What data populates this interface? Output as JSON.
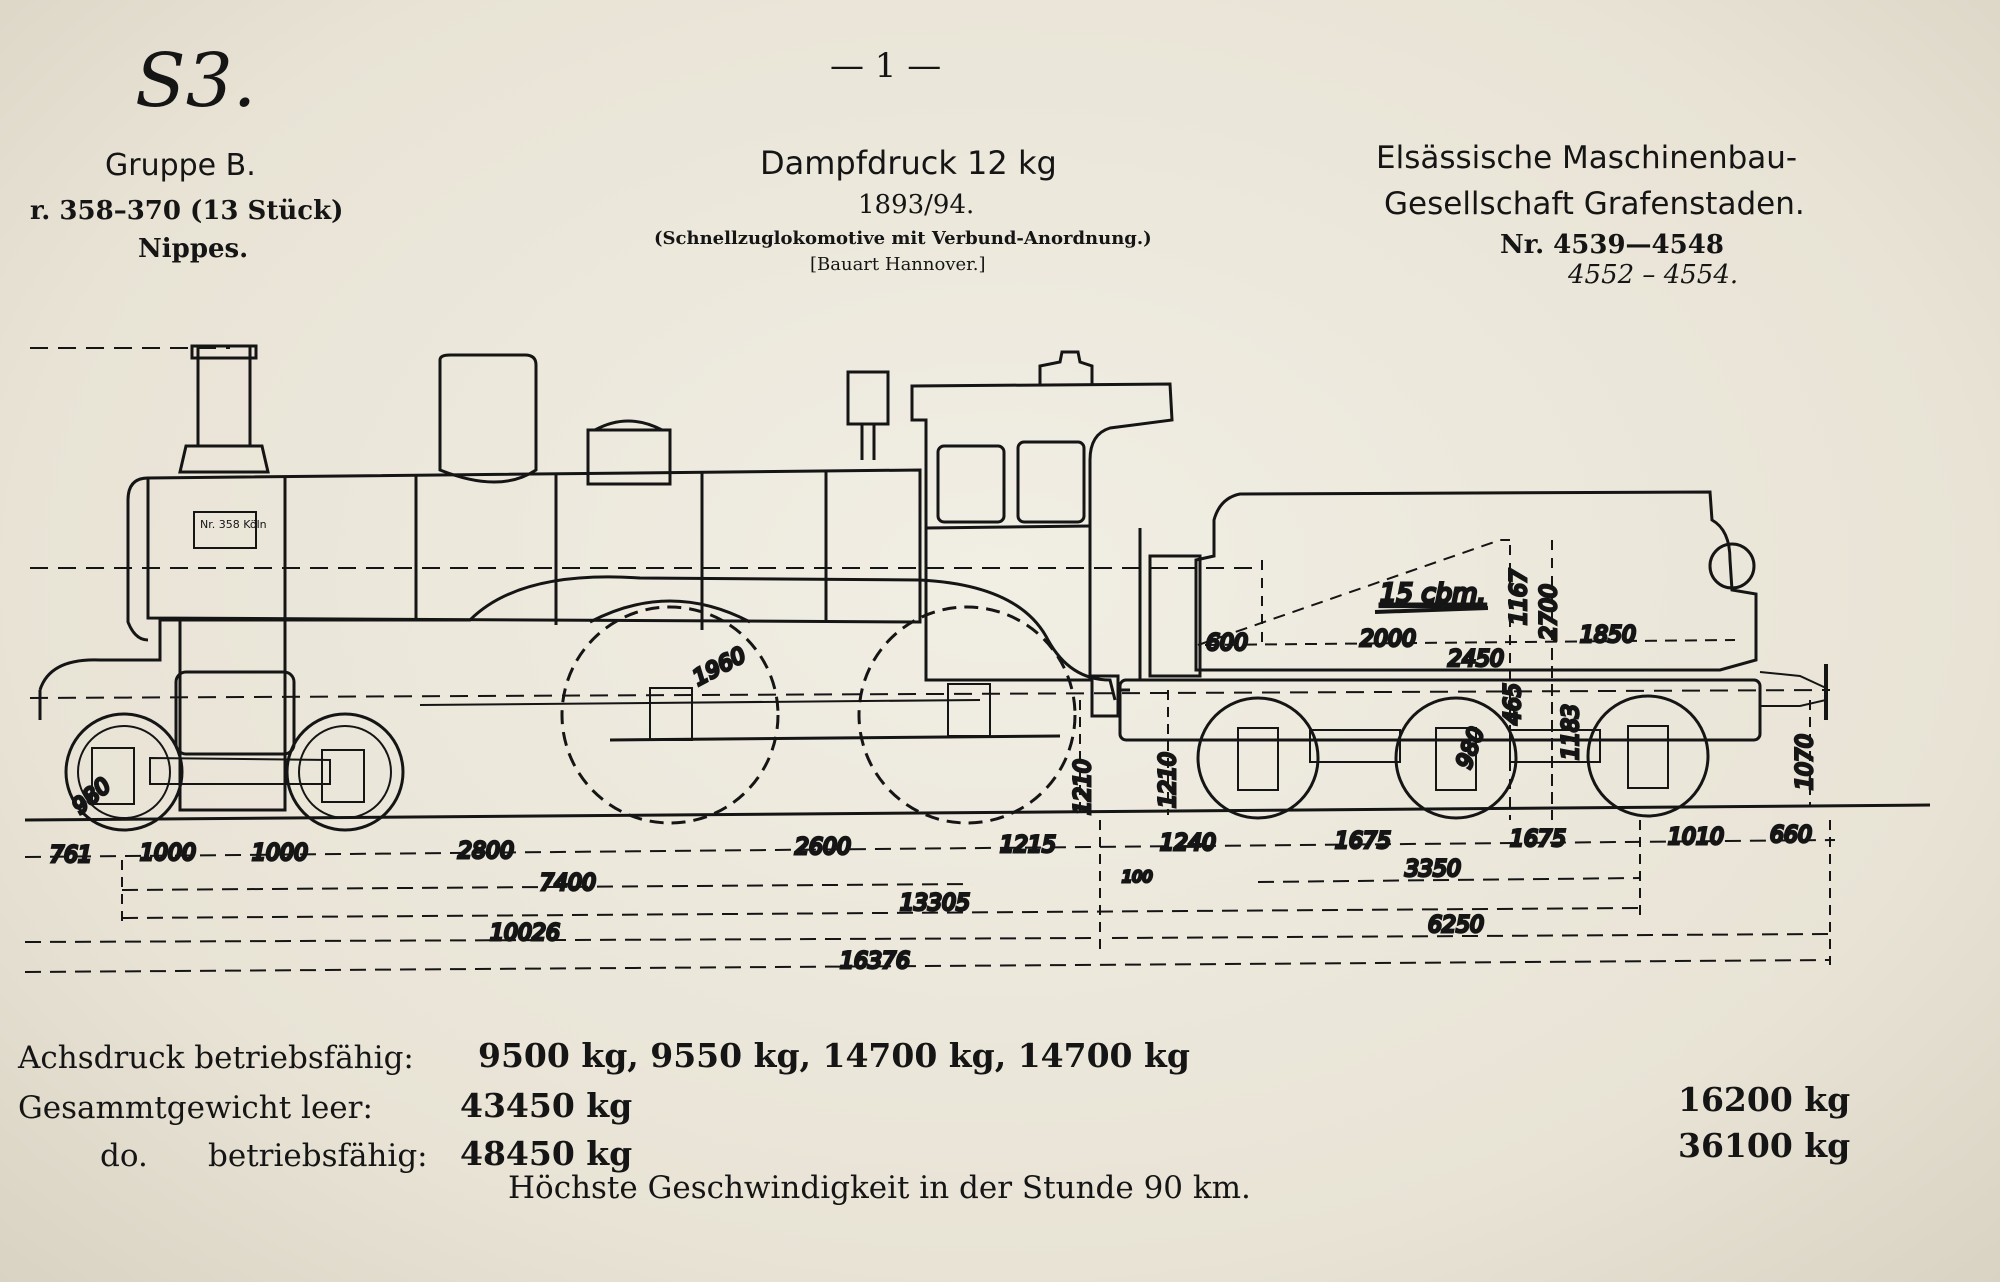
{
  "header": {
    "hand_class": "S3.",
    "page_number": "— 1 —",
    "left": {
      "group": "Gruppe B.",
      "numbers": "r. 358–370 (13 Stück)",
      "name": "Nippes."
    },
    "center": {
      "pressure": "Dampfdruck 12 kg",
      "years": "1893/94.",
      "type": "(Schnellzuglokomotive mit Verbund-Anordnung.)",
      "design": "[Bauart Hannover.]"
    },
    "right": {
      "maker_line1": "Elsässische Maschinenbau-",
      "maker_line2": "Gesellschaft Grafenstaden.",
      "works_numbers": "Nr. 4539—4548",
      "works_numbers_hand": "4552 – 4554."
    }
  },
  "drawing": {
    "plate_text": "Nr. 358 Köln",
    "tender_capacity": "15 cbm.",
    "wheel_dims": [
      "1960",
      "980"
    ],
    "vertical_dims": [
      "1210",
      "1210",
      "1070",
      "1183",
      "2700",
      "1167"
    ],
    "tender_dims": [
      "600",
      "2000",
      "1850",
      "2450",
      "465",
      "980"
    ],
    "bottom_row_1": [
      "761",
      "1000",
      "1000",
      "2800",
      "2600",
      "1215",
      "1240",
      "1675",
      "1675",
      "1010",
      "660"
    ],
    "bottom_row_2": [
      "7400",
      "3350",
      "100"
    ],
    "bottom_row_3": [
      "13305"
    ],
    "bottom_row_4": [
      "10026",
      "6250"
    ],
    "bottom_row_5": [
      "16376"
    ]
  },
  "specs": {
    "axle_label": "Achsdruck betriebsfähig:",
    "axle_values": "9500 kg, 9550 kg, 14700 kg, 14700 kg",
    "empty_label": "Gesammtgewicht leer:",
    "empty_value": "43450 kg",
    "do_label": "do.",
    "op_label": "betriebsfähig:",
    "op_value": "48450 kg",
    "tender_empty": "16200 kg",
    "tender_op": "36100 kg",
    "speed": "Höchste Geschwindigkeit in der Stunde 90 km."
  }
}
